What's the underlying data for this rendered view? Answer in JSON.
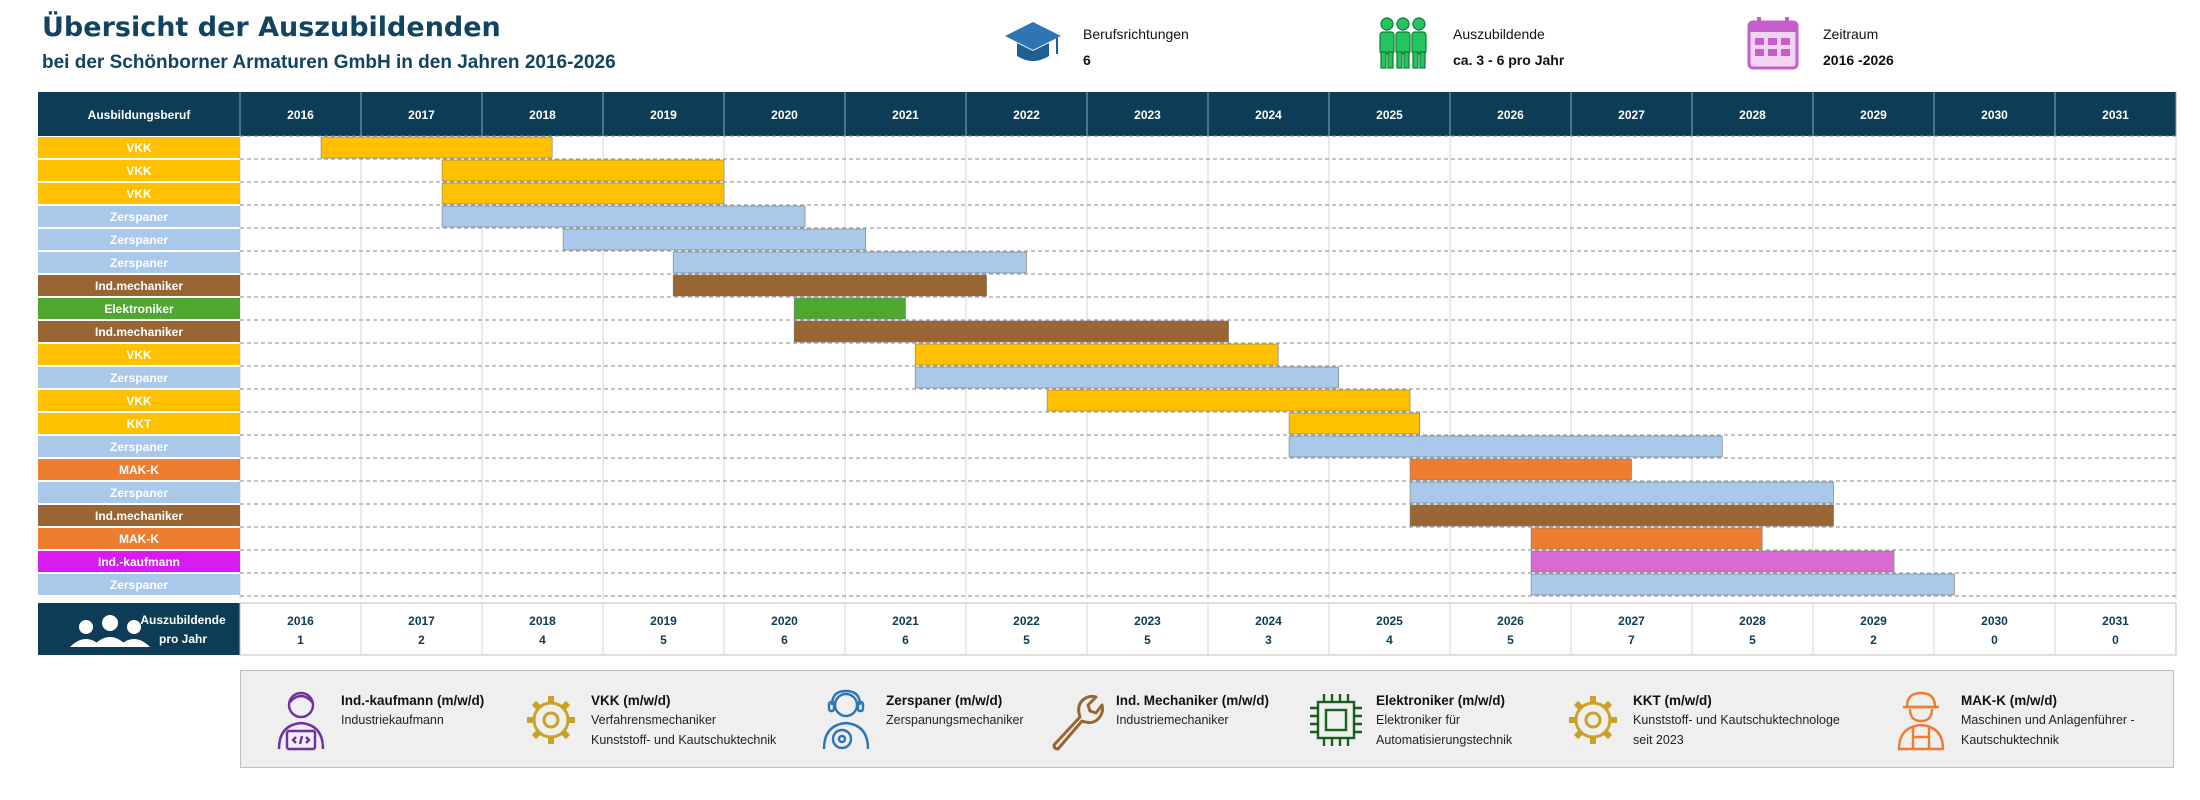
{
  "header": {
    "title": "Übersicht der Auszubildenden",
    "subtitle": "bei der Schönborner Armaturen GmbH in den Jahren 2016-2026"
  },
  "info_boxes": [
    {
      "icon": "graduation-cap-icon",
      "label": "Berufsrichtungen",
      "value": "6",
      "color": "#2e75b6"
    },
    {
      "icon": "people-icon",
      "label": "Auszubildende",
      "value": "ca. 3 - 6 pro Jahr",
      "color": "#22c55e"
    },
    {
      "icon": "calendar-icon",
      "label": "Zeitraum",
      "value": "2016 -2026",
      "color": "#c55ec9"
    }
  ],
  "chart_data": {
    "type": "gantt",
    "column_header": "Ausbildungsberuf",
    "years": [
      "2016",
      "2017",
      "2018",
      "2019",
      "2020",
      "2021",
      "2022",
      "2023",
      "2024",
      "2025",
      "2026",
      "2027",
      "2028",
      "2029",
      "2030",
      "2031"
    ],
    "colors": {
      "VKK": "#ffc000",
      "KKT": "#ffc000",
      "Zerspaner": "#a9c8ea",
      "Ind.mechaniker": "#996633",
      "Elektroniker": "#4ea72e",
      "MAK-K": "#ed7d31",
      "Ind.-kaufmann": "#d81bf0",
      "Ind.-kaufmann_bar": "#d96ad4"
    },
    "rows": [
      {
        "label": "VKK",
        "start": 2016.67,
        "end": 2018.58
      },
      {
        "label": "VKK",
        "start": 2017.67,
        "end": 2020.0
      },
      {
        "label": "VKK",
        "start": 2017.67,
        "end": 2020.0
      },
      {
        "label": "Zerspaner",
        "start": 2017.67,
        "end": 2020.67
      },
      {
        "label": "Zerspaner",
        "start": 2018.67,
        "end": 2021.17
      },
      {
        "label": "Zerspaner",
        "start": 2019.58,
        "end": 2022.5
      },
      {
        "label": "Ind.mechaniker",
        "start": 2019.58,
        "end": 2022.17
      },
      {
        "label": "Elektroniker",
        "start": 2020.58,
        "end": 2021.5
      },
      {
        "label": "Ind.mechaniker",
        "start": 2020.58,
        "end": 2024.17
      },
      {
        "label": "VKK",
        "start": 2021.58,
        "end": 2024.58
      },
      {
        "label": "Zerspaner",
        "start": 2021.58,
        "end": 2025.08
      },
      {
        "label": "VKK",
        "start": 2022.67,
        "end": 2025.67
      },
      {
        "label": "KKT",
        "start": 2024.67,
        "end": 2025.75
      },
      {
        "label": "Zerspaner",
        "start": 2024.67,
        "end": 2028.25
      },
      {
        "label": "MAK-K",
        "start": 2025.67,
        "end": 2027.5
      },
      {
        "label": "Zerspaner",
        "start": 2025.67,
        "end": 2029.17
      },
      {
        "label": "Ind.mechaniker",
        "start": 2025.67,
        "end": 2029.17
      },
      {
        "label": "MAK-K",
        "start": 2026.67,
        "end": 2028.58
      },
      {
        "label": "Ind.-kaufmann",
        "start": 2026.67,
        "end": 2029.67
      },
      {
        "label": "Zerspaner",
        "start": 2026.67,
        "end": 2030.17
      }
    ],
    "summary": {
      "label_line1": "Auszubildende",
      "label_line2": "pro Jahr",
      "counts": [
        "1",
        "2",
        "4",
        "5",
        "6",
        "6",
        "5",
        "5",
        "3",
        "4",
        "5",
        "7",
        "5",
        "2",
        "0",
        "0"
      ]
    },
    "grid": true
  },
  "legend": [
    {
      "icon": "office-worker-icon",
      "title": "Ind.-kaufmann (m/w/d)",
      "line1": "Industriekaufmann",
      "line2": "",
      "color": "#7030a0"
    },
    {
      "icon": "gear-icon",
      "title": "VKK (m/w/d)",
      "line1": "Verfahrensmechaniker",
      "line2": "Kunststoff- und Kautschuktechnik",
      "color": "#c9a227"
    },
    {
      "icon": "headset-person-icon",
      "title": "Zerspaner (m/w/d)",
      "line1": "Zerspanungsmechaniker",
      "line2": "",
      "color": "#2e75b6"
    },
    {
      "icon": "wrench-icon",
      "title": "Ind. Mechaniker (m/w/d)",
      "line1": "Industriemechaniker",
      "line2": "",
      "color": "#996633"
    },
    {
      "icon": "chip-icon",
      "title": "Elektroniker (m/w/d)",
      "line1": "Elektroniker für",
      "line2": "Automatisierungstechnik",
      "color": "#2e7d32"
    },
    {
      "icon": "gear-icon",
      "title": "KKT (m/w/d)",
      "line1": "Kunststoff- und Kautschuktechnologe",
      "line2": "seit  2023",
      "color": "#c9a227"
    },
    {
      "icon": "worker-helmet-icon",
      "title": "MAK-K (m/w/d)",
      "line1": "Maschinen und Anlagenführer -",
      "line2": "Kautschuktechnik",
      "color": "#ed7d31"
    }
  ]
}
